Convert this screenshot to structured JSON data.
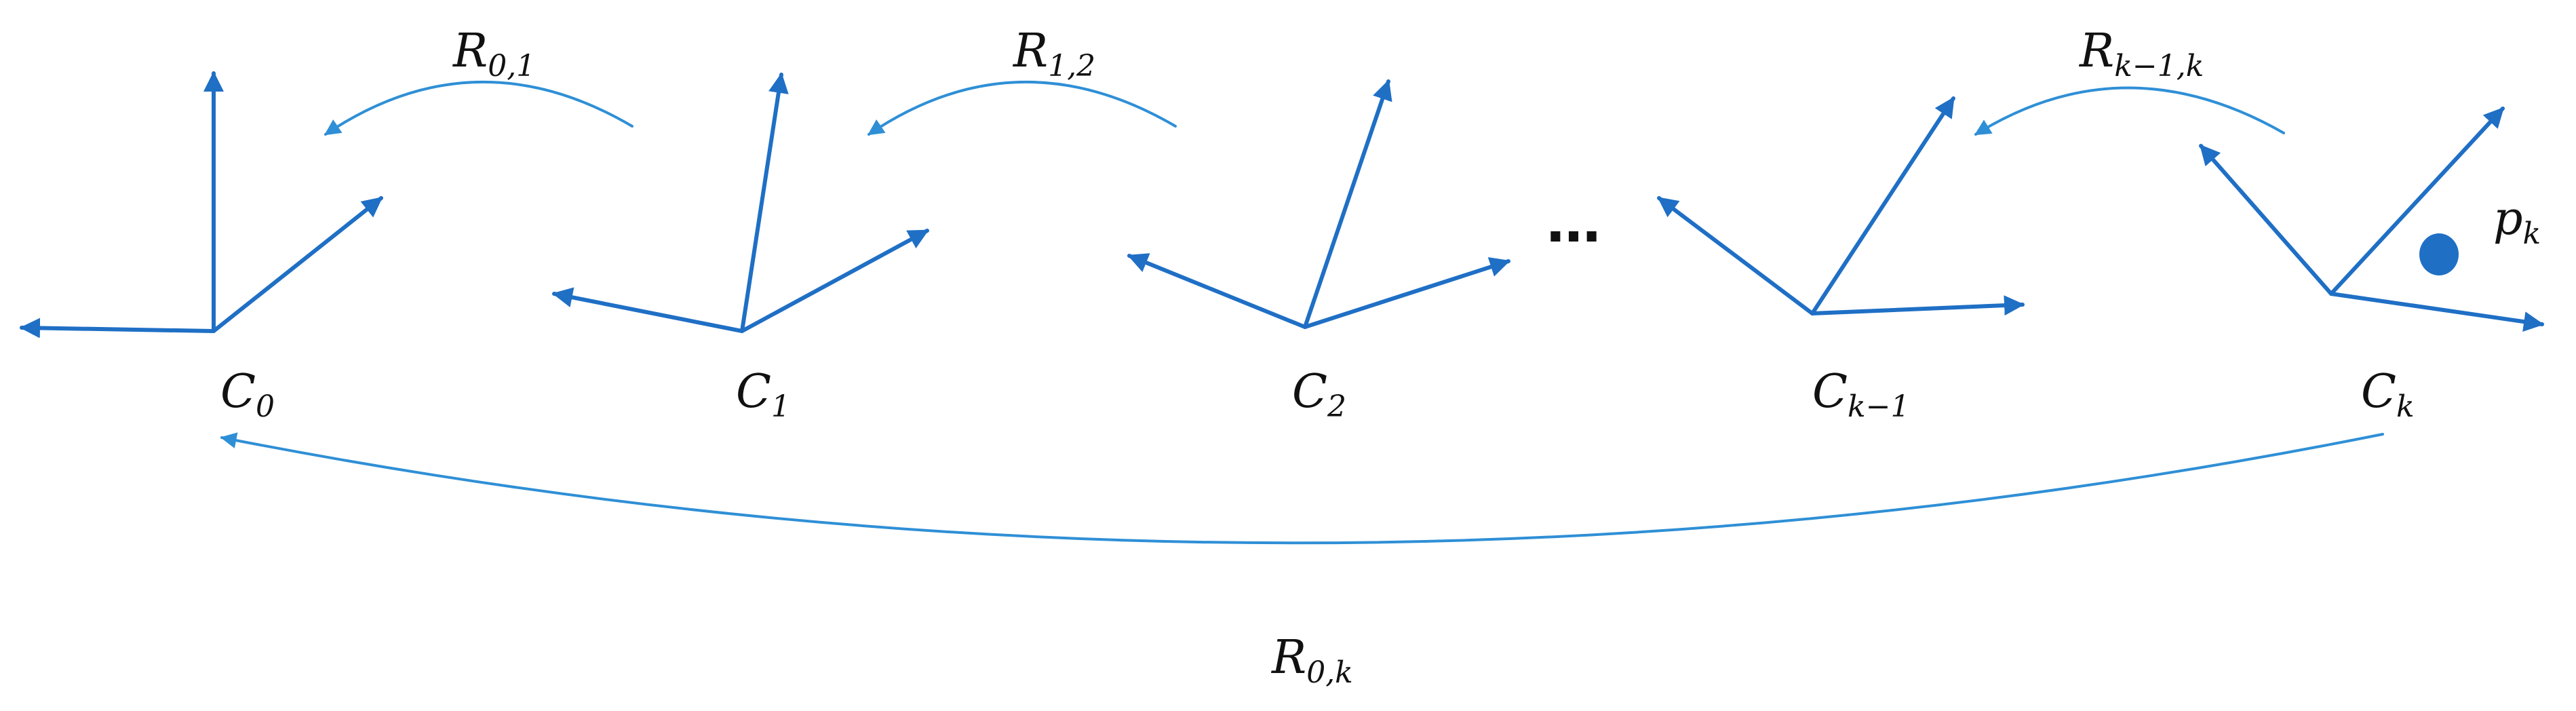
{
  "frames": [
    {
      "symbol": "C",
      "subscript": "0"
    },
    {
      "symbol": "C",
      "subscript": "1"
    },
    {
      "symbol": "C",
      "subscript": "2"
    },
    {
      "symbol": "C",
      "subscript": "k−1"
    },
    {
      "symbol": "C",
      "subscript": "k"
    }
  ],
  "rotations": [
    {
      "symbol": "R",
      "subscript": "0,1"
    },
    {
      "symbol": "R",
      "subscript": "1,2"
    },
    {
      "symbol": "R",
      "subscript": "k−1,k"
    },
    {
      "symbol": "R",
      "subscript": "0,k"
    }
  ],
  "point": {
    "symbol": "p",
    "subscript": "k"
  },
  "ellipsis": "…",
  "colors": {
    "axis": "#1f6fc5",
    "relation": "#2f8fd6",
    "point": "#1f6fc5",
    "text": "#111111"
  }
}
